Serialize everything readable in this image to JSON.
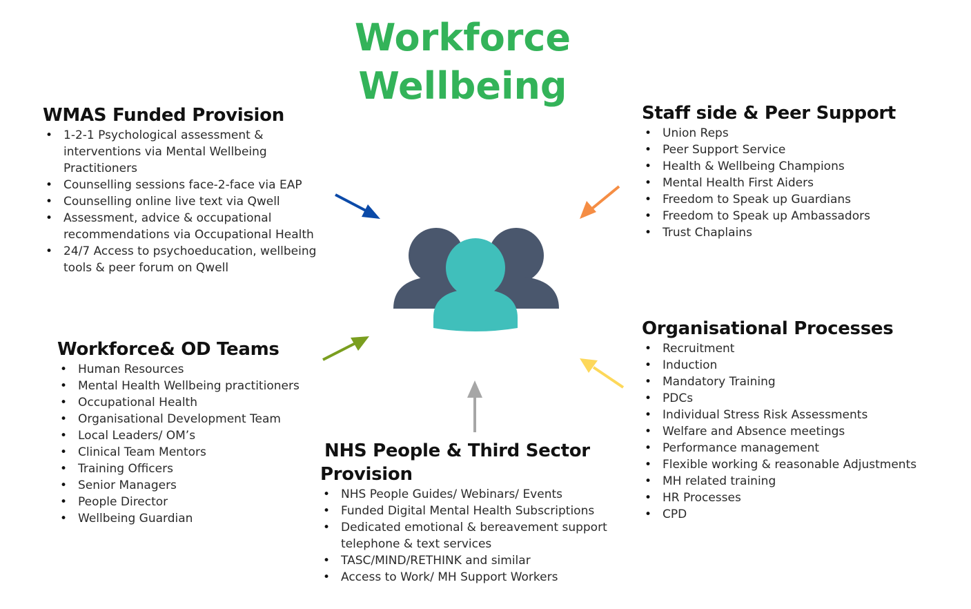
{
  "title": "Workforce Wellbeing",
  "colors": {
    "title": "#33b359",
    "arrow_wmas": "#0b4aa8",
    "arrow_staff": "#f58d44",
    "arrow_workforce": "#7a9e1f",
    "arrow_org": "#fdd85a",
    "arrow_nhs": "#a6a6a6",
    "person_back": "#4a576d",
    "person_front": "#40bfbb"
  },
  "center_icon": "people-group-icon",
  "sections": {
    "wmas": {
      "heading": "WMAS Funded Provision",
      "items": [
        "1-2-1 Psychological assessment & interventions via  Mental Wellbeing Practitioners",
        "Counselling sessions face-2-face via EAP",
        "Counselling online live text via Qwell",
        "Assessment, advice & occupational recommendations via Occupational Health",
        "24/7 Access to psychoeducation, wellbeing tools & peer forum on Qwell"
      ]
    },
    "staff": {
      "heading": "Staff side & Peer Support",
      "items": [
        "Union Reps",
        "Peer Support Service",
        "Health & Wellbeing Champions",
        "Mental Health First Aiders",
        "Freedom to Speak up Guardians",
        "Freedom to Speak up Ambassadors",
        "Trust Chaplains"
      ]
    },
    "workforce": {
      "heading": "Workforce& OD Teams",
      "items": [
        "Human Resources",
        "Mental Health Wellbeing practitioners",
        "Occupational Health",
        "Organisational Development Team",
        "Local Leaders/ OM’s",
        "Clinical Team Mentors",
        "Training Officers",
        "Senior Managers",
        "People Director",
        "Wellbeing Guardian"
      ]
    },
    "org": {
      "heading": "Organisational Processes",
      "items": [
        "Recruitment",
        "Induction",
        "Mandatory Training",
        "PDCs",
        "Individual Stress Risk Assessments",
        "Welfare and Absence meetings",
        "Performance management",
        "Flexible working & reasonable Adjustments",
        "MH related training",
        "HR Processes",
        "CPD"
      ]
    },
    "nhs": {
      "heading_line1": "NHS People & Third Sector",
      "heading_line2": "Provision",
      "items": [
        "NHS People Guides/ Webinars/ Events",
        "Funded Digital Mental Health Subscriptions",
        "Dedicated emotional & bereavement support telephone & text services",
        "TASC/MIND/RETHINK and similar",
        "Access to Work/ MH Support Workers"
      ]
    }
  }
}
